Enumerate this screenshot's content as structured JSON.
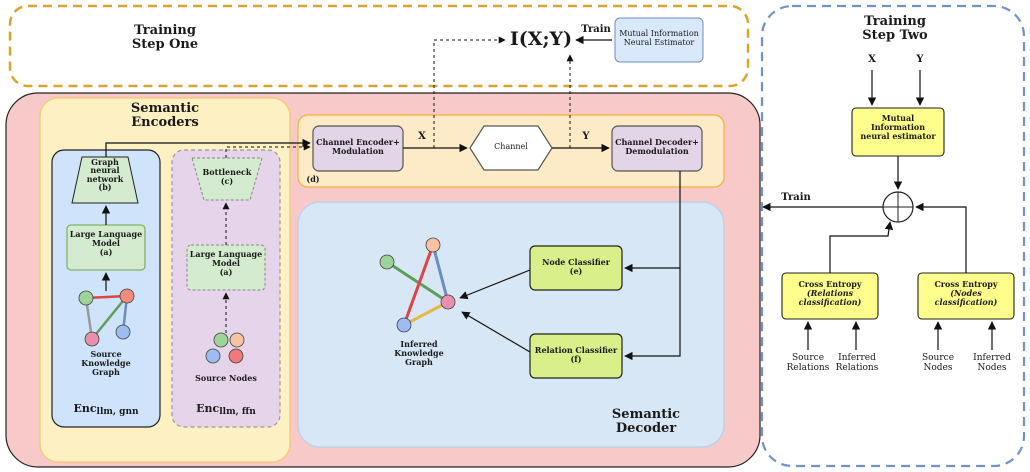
{
  "step_one": {
    "title_line1": "Training",
    "title_line2": "Step One"
  },
  "step_two": {
    "title_line1": "Training",
    "title_line2": "Step Two"
  },
  "top": {
    "mi_label": "I(X;Y)",
    "train_label": "Train",
    "mine_line1": "Mutual Information",
    "mine_line2": "Neural Estimator"
  },
  "encoders": {
    "title_line1": "Semantic",
    "title_line2": "Encoders",
    "gnn": {
      "gnn_line1": "Graph",
      "gnn_line2": "neural",
      "gnn_line3": "network",
      "gnn_line4": "(b)",
      "llm_line1": "Large Language",
      "llm_line2": "Model",
      "llm_line3": "(a)",
      "source_line1": "Source",
      "source_line2": "Knowledge",
      "source_line3": "Graph",
      "enc_main": "Enc",
      "enc_sub": "llm, gnn"
    },
    "ffn": {
      "bottleneck_line1": "Bottleneck",
      "bottleneck_line2": "(c)",
      "llm_line1": "Large Language",
      "llm_line2": "Model",
      "llm_line3": "(a)",
      "source": "Source Nodes",
      "enc_main": "Enc",
      "enc_sub": "llm, ffn"
    }
  },
  "channel": {
    "encoder_line1": "Channel  Encoder+",
    "encoder_line2": "Modulation",
    "x_label": "X",
    "channel_label": "Channel",
    "y_label": "Y",
    "decoder_line1": "Channel Decoder+",
    "decoder_line2": "Demodulation",
    "d_label": "(d)"
  },
  "decoder": {
    "node_cls_line1": "Node Classifier",
    "node_cls_line2": "(e)",
    "rel_cls_line1": "Relation Classifier",
    "rel_cls_line2": "(f)",
    "inferred_line1": "Inferred",
    "inferred_line2": "Knowledge",
    "inferred_line3": "Graph",
    "title_line1": "Semantic",
    "title_line2": "Decoder"
  },
  "right": {
    "x_label": "X",
    "y_label": "Y",
    "mine_line1": "Mutual",
    "mine_line2": "Information",
    "mine_line3": "neural estimator",
    "train_label": "Train",
    "ce_rel_line1": "Cross Entropy",
    "ce_rel_line2": "(Relations",
    "ce_rel_line3": "classification)",
    "ce_node_line1": "Cross Entropy",
    "ce_node_line2": "(Nodes",
    "ce_node_line3": "classification)",
    "src_rel_line1": "Source",
    "src_rel_line2": "Relations",
    "inf_rel_line1": "Inferred",
    "inf_rel_line2": "Relations",
    "src_node_line1": "Source",
    "src_node_line2": "Nodes",
    "inf_node_line1": "Inferred",
    "inf_node_line2": "Nodes"
  },
  "colors": {
    "outer_pink": "#f8c9c9",
    "encoder_yellow": "#fdf1c4",
    "gnn_blue": "#cfe3fb",
    "ffn_purple": "#e6d5ea",
    "green_box": "#d5ebd0",
    "lime_box": "#d9f08a",
    "yellow_box": "#fdfd8c",
    "orange_border": "#dba32b",
    "blue_dashed": "#6f93c8"
  }
}
